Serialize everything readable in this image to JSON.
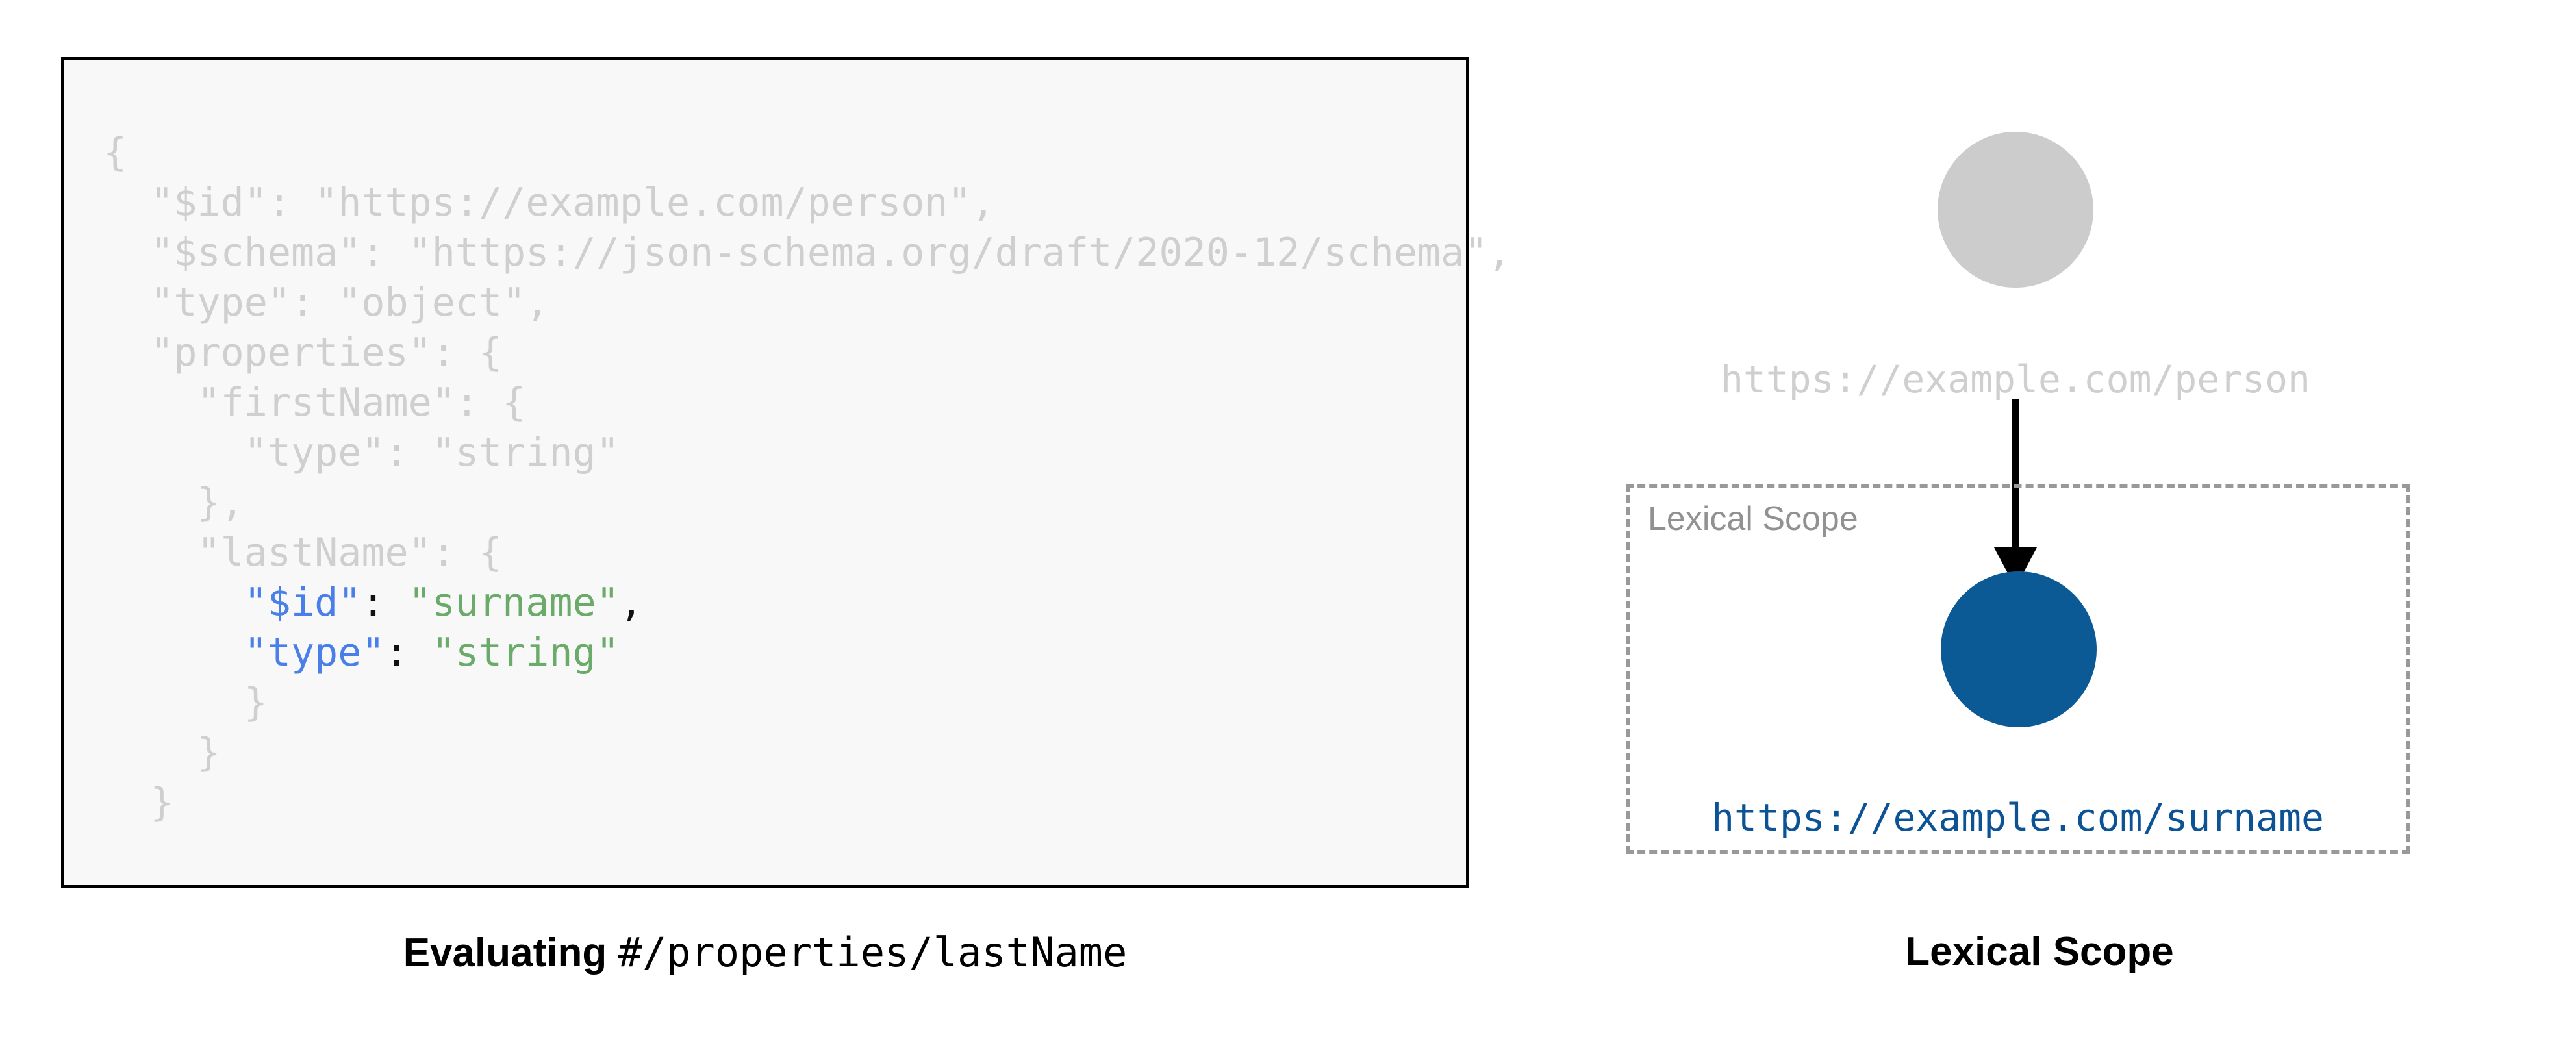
{
  "code_block": {
    "language": "json",
    "background_color": "#f8f8f8",
    "border_color": "#000000",
    "dim_color": "#cfcfcf",
    "key_color": "#4a7ee8",
    "string_color": "#6aab6a",
    "lines": [
      {
        "indent": 0,
        "dimmed": true,
        "segments": [
          {
            "text": "{",
            "kind": "dim"
          }
        ]
      },
      {
        "indent": 1,
        "dimmed": true,
        "segments": [
          {
            "text": "\"$id\": \"https://example.com/person\",",
            "kind": "dim"
          }
        ]
      },
      {
        "indent": 1,
        "dimmed": true,
        "segments": [
          {
            "text": "\"$schema\": \"https://json-schema.org/draft/2020-12/schema\",",
            "kind": "dim"
          }
        ]
      },
      {
        "indent": 1,
        "dimmed": true,
        "segments": [
          {
            "text": "\"type\": \"object\",",
            "kind": "dim"
          }
        ]
      },
      {
        "indent": 1,
        "dimmed": true,
        "segments": [
          {
            "text": "\"properties\": {",
            "kind": "dim"
          }
        ]
      },
      {
        "indent": 2,
        "dimmed": true,
        "segments": [
          {
            "text": "\"firstName\": {",
            "kind": "dim"
          }
        ]
      },
      {
        "indent": 3,
        "dimmed": true,
        "segments": [
          {
            "text": "\"type\": \"string\"",
            "kind": "dim"
          }
        ]
      },
      {
        "indent": 2,
        "dimmed": true,
        "segments": [
          {
            "text": "},",
            "kind": "dim"
          }
        ]
      },
      {
        "indent": 2,
        "dimmed": true,
        "segments": [
          {
            "text": "\"lastName\": {",
            "kind": "dim"
          }
        ]
      },
      {
        "indent": 3,
        "dimmed": false,
        "segments": [
          {
            "text": "\"$id\"",
            "kind": "key"
          },
          {
            "text": ": ",
            "kind": "punct"
          },
          {
            "text": "\"surname\"",
            "kind": "str"
          },
          {
            "text": ",",
            "kind": "punct"
          }
        ]
      },
      {
        "indent": 3,
        "dimmed": false,
        "segments": [
          {
            "text": "\"type\"",
            "kind": "key"
          },
          {
            "text": ": ",
            "kind": "punct"
          },
          {
            "text": "\"string\"",
            "kind": "str"
          }
        ]
      },
      {
        "indent": 3,
        "dimmed": true,
        "segments": [
          {
            "text": "}",
            "kind": "dim"
          }
        ]
      },
      {
        "indent": 2,
        "dimmed": true,
        "segments": [
          {
            "text": "}",
            "kind": "dim"
          }
        ]
      },
      {
        "indent": 1,
        "dimmed": true,
        "segments": [
          {
            "text": "}",
            "kind": "dim"
          }
        ]
      }
    ]
  },
  "left_caption": {
    "bold_text": "Evaluating ",
    "mono_text": "#/properties/lastName"
  },
  "diagram": {
    "outer_node": {
      "label": "https://example.com/person",
      "circle_color": "#cccccc",
      "label_color": "#cfcfcf"
    },
    "arrow": {
      "color": "#000000",
      "direction": "down"
    },
    "lexical_scope_box": {
      "label": "Lexical Scope",
      "border_color": "#999999",
      "border_style": "dashed",
      "label_color": "#919191"
    },
    "inner_node": {
      "label": "https://example.com/surname",
      "circle_color": "#0b5a96",
      "label_color": "#0b5394"
    }
  },
  "right_caption": {
    "text": "Lexical Scope"
  }
}
